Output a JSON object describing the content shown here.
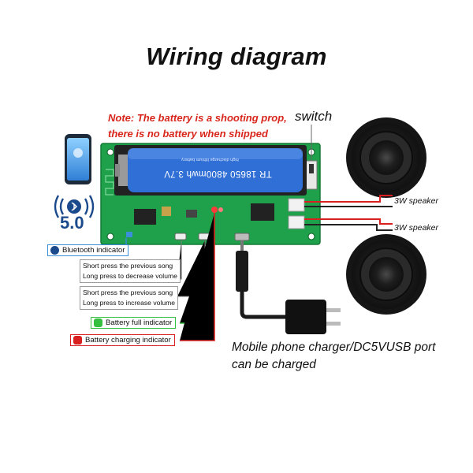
{
  "title": "Wiring diagram",
  "note": {
    "line1": "Note: The battery is a shooting prop,",
    "line2": "there is no battery when shipped"
  },
  "switch_label": "switch",
  "speakers": [
    {
      "label": "3W speaker"
    },
    {
      "label": "3W speaker"
    }
  ],
  "battery": {
    "text": "TR 18650 4800mwh 3.7V",
    "small_text": "high discharge lithium battery"
  },
  "bluetooth_version": "5.0",
  "indicators": {
    "bluetooth": "Bluetooth indicator",
    "battery_full": "Battery full indicator",
    "battery_charging": "Battery charging indicator"
  },
  "button_notes": {
    "prev": {
      "line1": "Short press the previous song",
      "line2": "Long press to decrease volume"
    },
    "next": {
      "line1": "Short press the previous song",
      "line2": "Long press to increase volume"
    }
  },
  "charger": {
    "line1": "Mobile phone charger/DC5VUSB port",
    "line2": "can be charged"
  },
  "colors": {
    "pcb": "#1fa04a",
    "battery": "#2f6fd6",
    "red_wire": "#d92020",
    "green_indicator": "#35c040",
    "blue_indicator": "#3a8fd8",
    "note_red": "#d9261c"
  },
  "icons": [
    "phone-icon",
    "bluetooth-icon",
    "speaker-icon",
    "charger-icon"
  ]
}
